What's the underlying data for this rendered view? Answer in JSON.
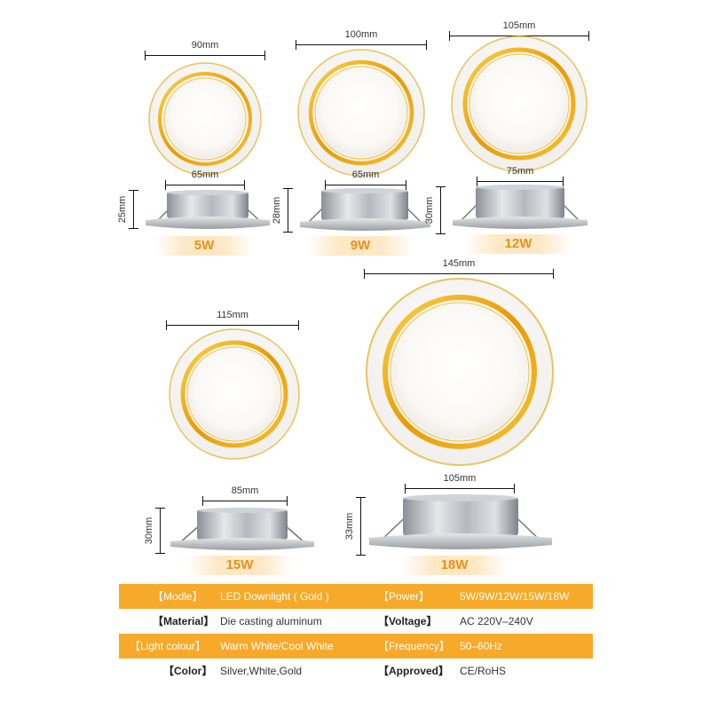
{
  "products": [
    {
      "watt": "5W",
      "face_width": "90mm",
      "body_width": "65mm",
      "height": "25mm"
    },
    {
      "watt": "9W",
      "face_width": "100mm",
      "body_width": "65mm",
      "height": "28mm"
    },
    {
      "watt": "12W",
      "face_width": "105mm",
      "body_width": "75mm",
      "height": "30mm"
    },
    {
      "watt": "15W",
      "face_width": "115mm",
      "body_width": "85mm",
      "height": "30mm"
    },
    {
      "watt": "18W",
      "face_width": "145mm",
      "body_width": "105mm",
      "height": "33mm"
    }
  ],
  "specs": [
    {
      "key1": "【Modle】",
      "val1": "LED Downlight ( Gold )",
      "key2": "【Power】",
      "val2": "5W/9W/12W/15W/18W"
    },
    {
      "key1": "【Material】",
      "val1": "Die casting aluminum",
      "key2": "【Voltage】",
      "val2": "AC 220V–240V"
    },
    {
      "key1": "【Light colour】",
      "val1": "Warm White/Cool White",
      "key2": "【Frequency】",
      "val2": "50–60Hz"
    },
    {
      "key1": "【Color】",
      "val1": "Silver,White,Gold",
      "key2": "【Approved】",
      "val2": "CE/RoHS"
    }
  ],
  "colors": {
    "accent_orange": "#f7a92a",
    "gold_ring": "#f0a810",
    "watt_text": "#e8901a",
    "silver": "#b9bcc0"
  }
}
